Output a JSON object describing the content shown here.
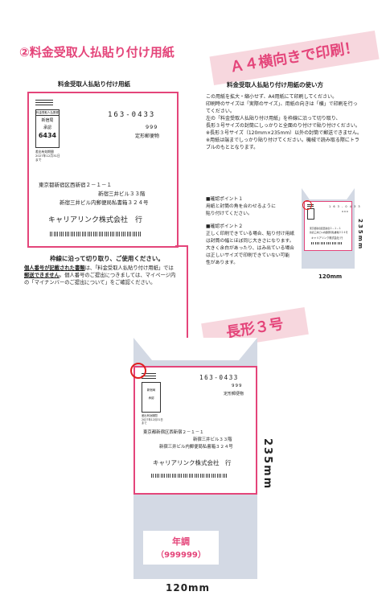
{
  "header": {
    "title": "②料金受取人払貼り付け用紙",
    "banner_a4": "Ａ４横向きで印刷！",
    "banner_naga": "長形３号"
  },
  "label": {
    "heading": "料金受取人払貼り付け用紙",
    "zip": "163-0433",
    "num999": "999",
    "teikei": "定形郵便物",
    "stamp_top": "料金受取人払郵便",
    "stamp_mid": "新宿局",
    "stamp_approval": "承認",
    "stamp_number": "6434",
    "stamp_note1": "差出有効期間",
    "stamp_note2": "2027年12月31日",
    "stamp_note3": "まで",
    "addr1": "東京都新宿区西新宿２－１－１",
    "addr2": "新宿三井ビル３３階",
    "addr3": "新宿三井ビル内郵便局私書箱３２４号",
    "company": "キャリアリンク株式会社　行"
  },
  "cut_note": {
    "title": "枠線に沿って切り取り、ご使用ください。",
    "line1_bold": "個人番号が記載された書類",
    "line1_rest": "は、「料金受取人払貼り付け用紙」では",
    "line2_bold": "郵送できません",
    "line2_rest": "。個人番号のご提出につきましては、マイページ内",
    "line3": "の「マイナンバーのご提出について」をご確認ください。"
  },
  "usage": {
    "heading": "料金受取人払貼り付け用紙の使い方",
    "lines": [
      "この用紙を拡大・縮小せず、A4用紙にて印刷してください。",
      "印刷時のサイズは「実際のサイズ」、用紙の向きは「横」で印刷を行っ",
      "てください。",
      "左の「料金受取人払貼り付け用紙」を枠線に沿って切り取り、",
      "長形３号サイズの封筒にしっかりと全面のり付けで貼り付けください。",
      "※長形３号サイズ（120mm×235mm）以外の封筒で郵送できません。",
      "※用紙は端までしっかり貼り付けてください。機械で読み取る際にトラ",
      "ブルのもととなります。"
    ],
    "point1_title": "■確認ポイント１",
    "point1_lines": [
      "用紙と封筒の角を合わせるように",
      "貼り付けてください。"
    ],
    "point2_title": "■確認ポイント２",
    "point2_lines": [
      "正しく印刷できている場合、貼り付け用紙",
      "は封筒の幅とほぼ同じ大きさになります。",
      "大きく余白があったり、はみ出ている場合",
      "は正しいサイズで印刷できていない可能",
      "性があります。"
    ]
  },
  "dims": {
    "small_height": "235mm",
    "small_width": "120mm",
    "large_height": "235mm",
    "large_width": "120mm"
  },
  "nencho": {
    "label": "年調",
    "code": "（999999）"
  },
  "colors": {
    "accent": "#e4457a",
    "banner_bg": "#f7d7de",
    "envelope": "#d3d9e4"
  }
}
